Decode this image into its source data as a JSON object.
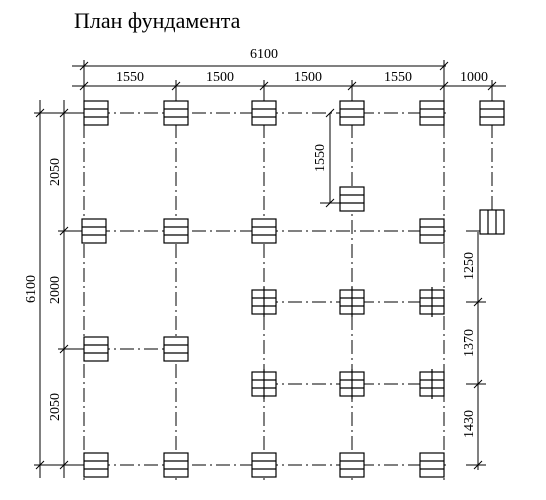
{
  "title": "План фундамента",
  "top_dimensions": {
    "overall": "6100",
    "segments": [
      "1550",
      "1500",
      "1500",
      "1550",
      "1000"
    ]
  },
  "left_dimensions": {
    "overall": "6100",
    "segments": [
      "2050",
      "2000",
      "2050"
    ]
  },
  "inner_dimension": "1550",
  "right_dimensions": [
    "1250",
    "1370",
    "1430"
  ]
}
